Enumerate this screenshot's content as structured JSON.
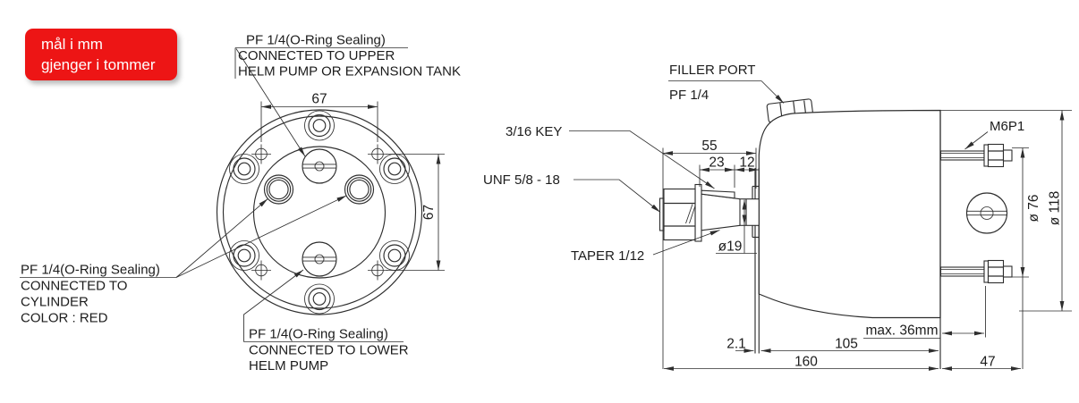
{
  "badge": {
    "line1": "mål i mm",
    "line2": "gjenger i tommer",
    "bg_color": "#ed1515",
    "text_color": "#ffffff"
  },
  "front_view": {
    "dim_width": "67",
    "dim_height": "67",
    "label_upper": {
      "l1": "PF 1/4(O-Ring Sealing)",
      "l2": "CONNECTED TO UPPER",
      "l3": "HELM PUMP OR EXPANSION TANK"
    },
    "label_cylinder": {
      "l1": "PF 1/4(O-Ring Sealing)",
      "l2": "CONNECTED TO",
      "l3": "CYLINDER",
      "l4": "COLOR : RED"
    },
    "label_lower": {
      "l1": "PF 1/4(O-Ring Sealing)",
      "l2": "CONNECTED TO LOWER",
      "l3": "HELM PUMP"
    }
  },
  "side_view": {
    "label_filler": {
      "l1": "FILLER PORT",
      "l2": "PF 1/4"
    },
    "label_key": "3/16 KEY",
    "label_thread": "UNF 5/8 - 18",
    "label_taper": "TAPER 1/12",
    "label_stud": "M6P1",
    "dims": {
      "shaft_assembly": "55",
      "key_len": "23",
      "clearance": "12",
      "shaft_dia": "ø19",
      "panel_thickness": "max. 36mm",
      "flange_plate": "2.1",
      "body_depth": "105",
      "overall": "160",
      "stud_protrusion": "47",
      "stud_circle": "ø 76",
      "flange_dia": "ø 118"
    }
  },
  "line_color": "#2e2e2e"
}
